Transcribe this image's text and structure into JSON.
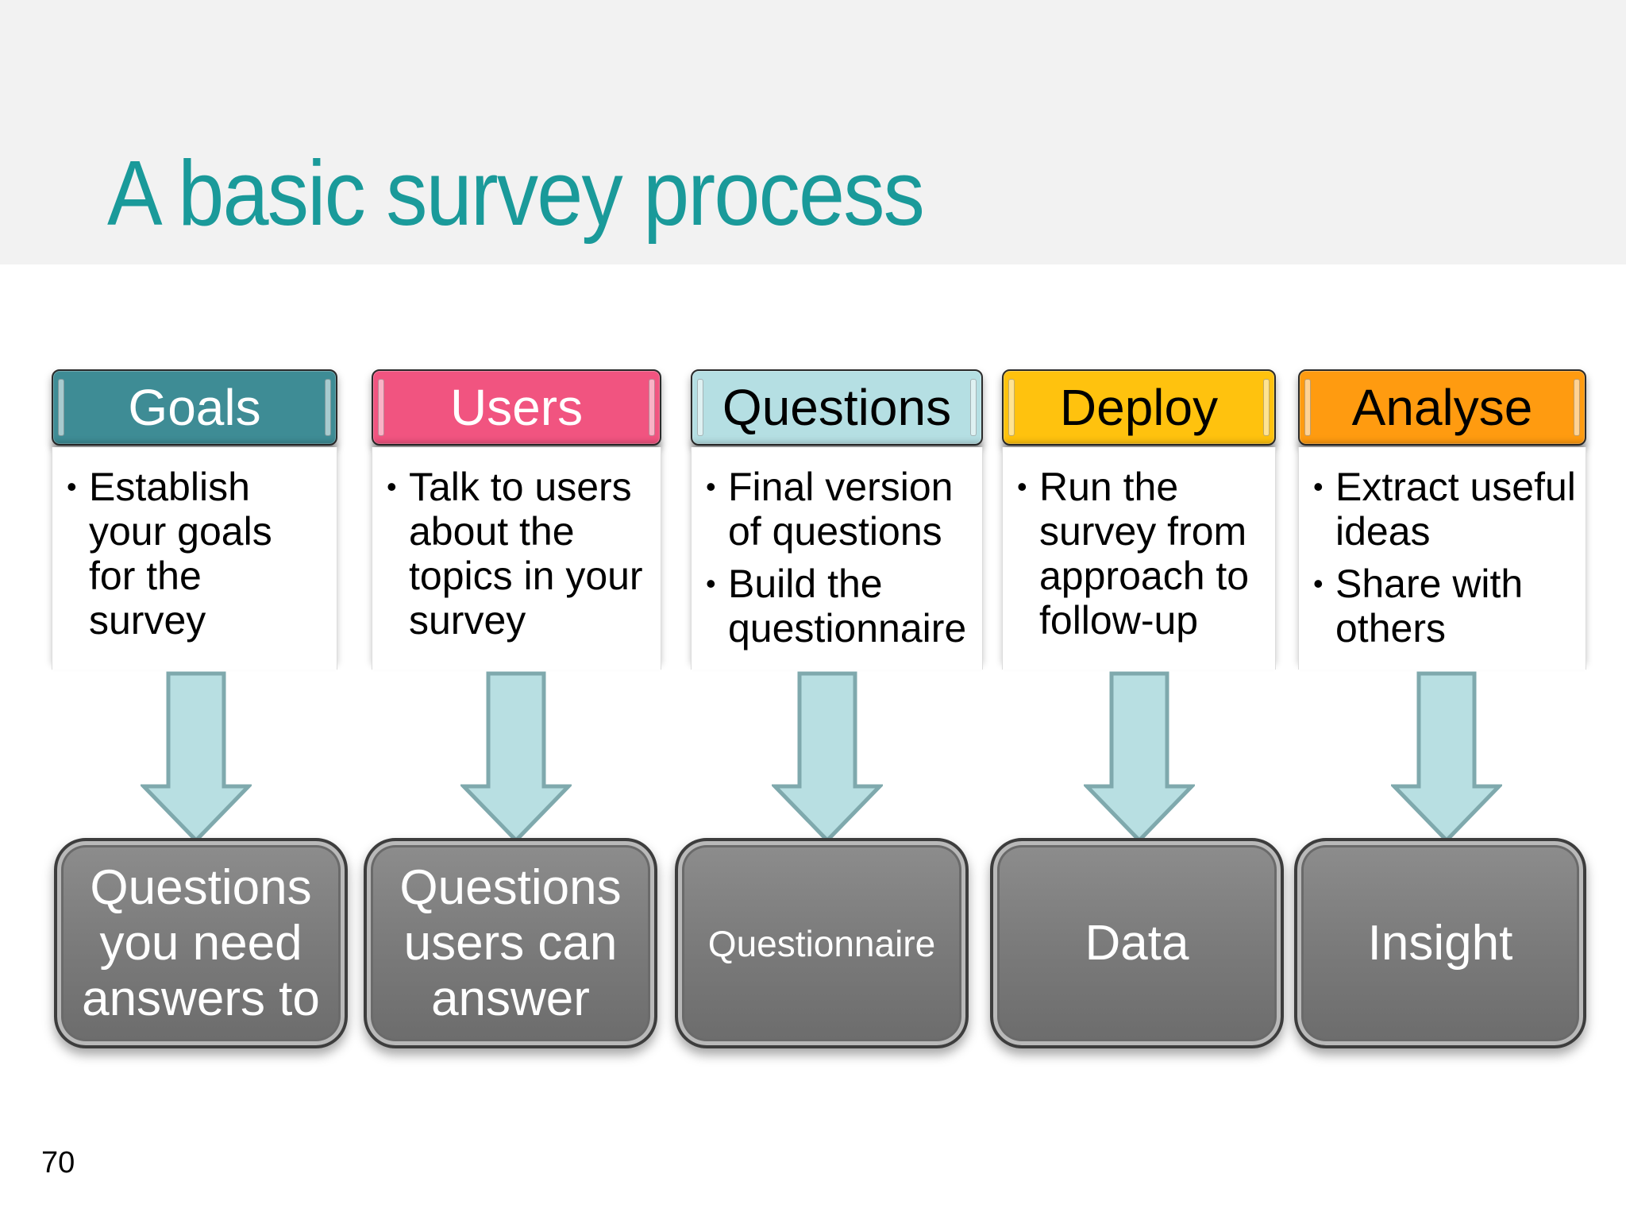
{
  "slide": {
    "title": "A basic survey process",
    "page_number": "70"
  },
  "colors": {
    "title": "#1a9a9a",
    "arrow_fill": "#b8dfe2",
    "arrow_stroke": "#7fa9ad",
    "outcome_fill": "#7b7b7b"
  },
  "columns": [
    {
      "header": "Goals",
      "header_color": "#3e8c95",
      "header_text_color": "#ffffff",
      "bullets": [
        "Establish your goals for the survey"
      ],
      "outcome": "Questions you need answers to"
    },
    {
      "header": "Users",
      "header_color": "#f15480",
      "header_text_color": "#ffffff",
      "bullets": [
        "Talk to users about the topics in your survey"
      ],
      "outcome": "Questions users can answer"
    },
    {
      "header": "Questions",
      "header_color": "#b5dfe3",
      "header_text_color": "#000000",
      "bullets": [
        "Final version of questions",
        "Build the questionnaire"
      ],
      "outcome": "Questionnaire"
    },
    {
      "header": "Deploy",
      "header_color": "#ffc20e",
      "header_text_color": "#000000",
      "bullets": [
        "Run the survey from approach to follow-up"
      ],
      "outcome": "Data"
    },
    {
      "header": "Analyse",
      "header_color": "#ff9b10",
      "header_text_color": "#000000",
      "bullets": [
        "Extract useful ideas",
        "Share with others"
      ],
      "outcome": "Insight"
    }
  ]
}
